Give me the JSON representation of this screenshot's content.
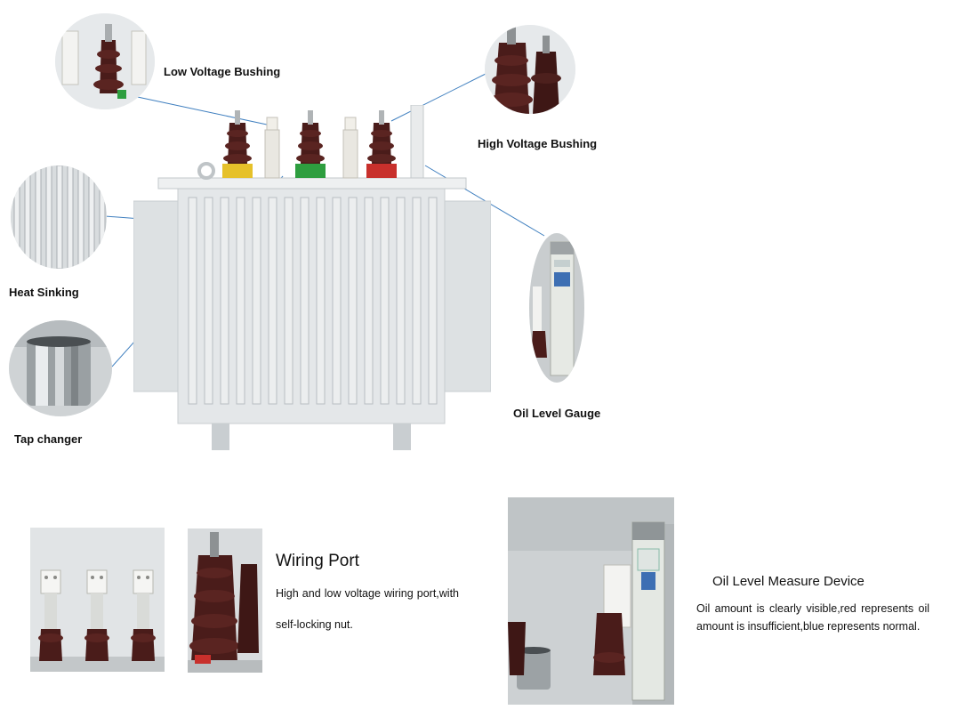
{
  "labels": {
    "low_voltage_bushing": "Low Voltage Bushing",
    "high_voltage_bushing": "High Voltage Bushing",
    "heat_sinking": "Heat Sinking",
    "tap_changer": "Tap changer",
    "oil_level_gauge": "Oil Level Gauge"
  },
  "wiring_port": {
    "title": "Wiring Port",
    "description": "High and low voltage wiring port,with self-locking nut."
  },
  "oil_level_device": {
    "title": "Oil Level Measure Device",
    "description": "Oil amount is clearly visible,red represents oil amount is insufficient,blue represents normal."
  },
  "colors": {
    "callout_line": "#3f7fbf",
    "tank_body": "#dfe3e5",
    "porcelain_brown": "#4a1c1a",
    "background": "#ffffff"
  }
}
